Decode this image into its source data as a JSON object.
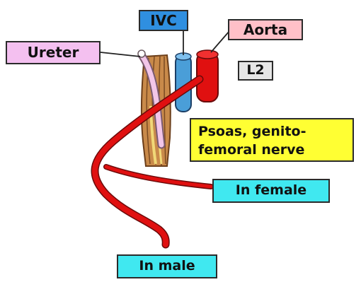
{
  "labels": {
    "ivc": "IVC",
    "aorta": "Aorta",
    "ureter": "Ureter",
    "l2": "L2",
    "psoas_line1": "Psoas, genito-",
    "psoas_line2": "femoral nerve",
    "in_female": "In female",
    "in_male": "In male"
  },
  "colors": {
    "ivc_box": "#2f8fe0",
    "aorta_box": "#ffc0c8",
    "ureter_box": "#f4c0f0",
    "l2_box": "#e6e6e6",
    "psoas_box": "#ffff33",
    "in_female_box": "#40e8f0",
    "in_male_box": "#40e8f0",
    "artery": "#e01010",
    "ivc_vessel": "#4a9ed8",
    "ureter_vessel": "#f2c6e8",
    "psoas_muscle": "#c98a4a",
    "nerve": "#f0d878"
  }
}
